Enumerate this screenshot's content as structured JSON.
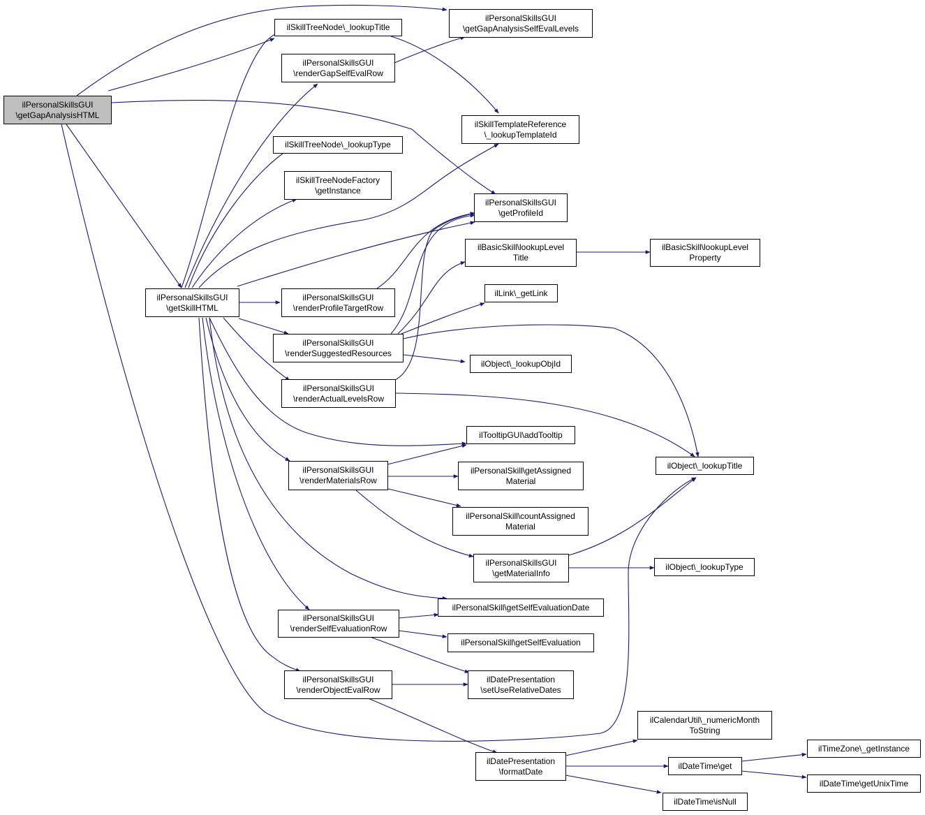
{
  "colors": {
    "edge": "#191970",
    "root_fill": "#bfbfbf",
    "node_fill": "#ffffff",
    "border": "#000000"
  },
  "nodes": {
    "root": {
      "line1": "ilPersonalSkillsGUI",
      "line2": "\\getGapAnalysisHTML"
    },
    "lookupTitleTree": {
      "line1": "ilSkillTreeNode\\_lookupTitle"
    },
    "gapSelfEvalLevels": {
      "line1": "ilPersonalSkillsGUI",
      "line2": "\\getGapAnalysisSelfEvalLevels"
    },
    "renderGapSelfEvalRow": {
      "line1": "ilPersonalSkillsGUI",
      "line2": "\\renderGapSelfEvalRow"
    },
    "templateRef": {
      "line1": "ilSkillTemplateReference",
      "line2": "\\_lookupTemplateId"
    },
    "lookupType": {
      "line1": "ilSkillTreeNode\\_lookupType"
    },
    "nodeFactory": {
      "line1": "ilSkillTreeNodeFactory",
      "line2": "\\getInstance"
    },
    "getProfileId": {
      "line1": "ilPersonalSkillsGUI",
      "line2": "\\getProfileId"
    },
    "lookupLevelTitle": {
      "line1": "ilBasicSkill\\lookupLevel",
      "line2": "Title"
    },
    "lookupLevelProperty": {
      "line1": "ilBasicSkill\\lookupLevel",
      "line2": "Property"
    },
    "getSkillHTML": {
      "line1": "ilPersonalSkillsGUI",
      "line2": "\\getSkillHTML"
    },
    "renderProfileTargetRow": {
      "line1": "ilPersonalSkillsGUI",
      "line2": "\\renderProfileTargetRow"
    },
    "getLink": {
      "line1": "ilLink\\_getLink"
    },
    "renderSuggestedResources": {
      "line1": "ilPersonalSkillsGUI",
      "line2": "\\renderSuggestedResources"
    },
    "lookupObjId": {
      "line1": "ilObject\\_lookupObjId"
    },
    "renderActualLevelsRow": {
      "line1": "ilPersonalSkillsGUI",
      "line2": "\\renderActualLevelsRow"
    },
    "addTooltip": {
      "line1": "ilTooltipGUI\\addTooltip"
    },
    "renderMaterialsRow": {
      "line1": "ilPersonalSkillsGUI",
      "line2": "\\renderMaterialsRow"
    },
    "getAssignedMaterial": {
      "line1": "ilPersonalSkill\\getAssigned",
      "line2": "Material"
    },
    "objLookupTitle": {
      "line1": "ilObject\\_lookupTitle"
    },
    "countAssignedMaterial": {
      "line1": "ilPersonalSkill\\countAssigned",
      "line2": "Material"
    },
    "getMaterialInfo": {
      "line1": "ilPersonalSkillsGUI",
      "line2": "\\getMaterialInfo"
    },
    "objLookupType": {
      "line1": "ilObject\\_lookupType"
    },
    "getSelfEvaluationDate": {
      "line1": "ilPersonalSkill\\getSelfEvaluationDate"
    },
    "renderSelfEvaluationRow": {
      "line1": "ilPersonalSkillsGUI",
      "line2": "\\renderSelfEvaluationRow"
    },
    "getSelfEvaluation": {
      "line1": "ilPersonalSkill\\getSelfEvaluation"
    },
    "renderObjectEvalRow": {
      "line1": "ilPersonalSkillsGUI",
      "line2": "\\renderObjectEvalRow"
    },
    "setUseRelativeDates": {
      "line1": "ilDatePresentation",
      "line2": "\\setUseRelativeDates"
    },
    "numericMonth": {
      "line1": "ilCalendarUtil\\_numericMonth",
      "line2": "ToString"
    },
    "formatDate": {
      "line1": "ilDatePresentation",
      "line2": "\\formatDate"
    },
    "timezoneGetInstance": {
      "line1": "ilTimeZone\\_getInstance"
    },
    "dateTimeGet": {
      "line1": "ilDateTime\\get"
    },
    "getUnixTime": {
      "line1": "ilDateTime\\getUnixTime"
    },
    "isNull": {
      "line1": "ilDateTime\\isNull"
    }
  }
}
